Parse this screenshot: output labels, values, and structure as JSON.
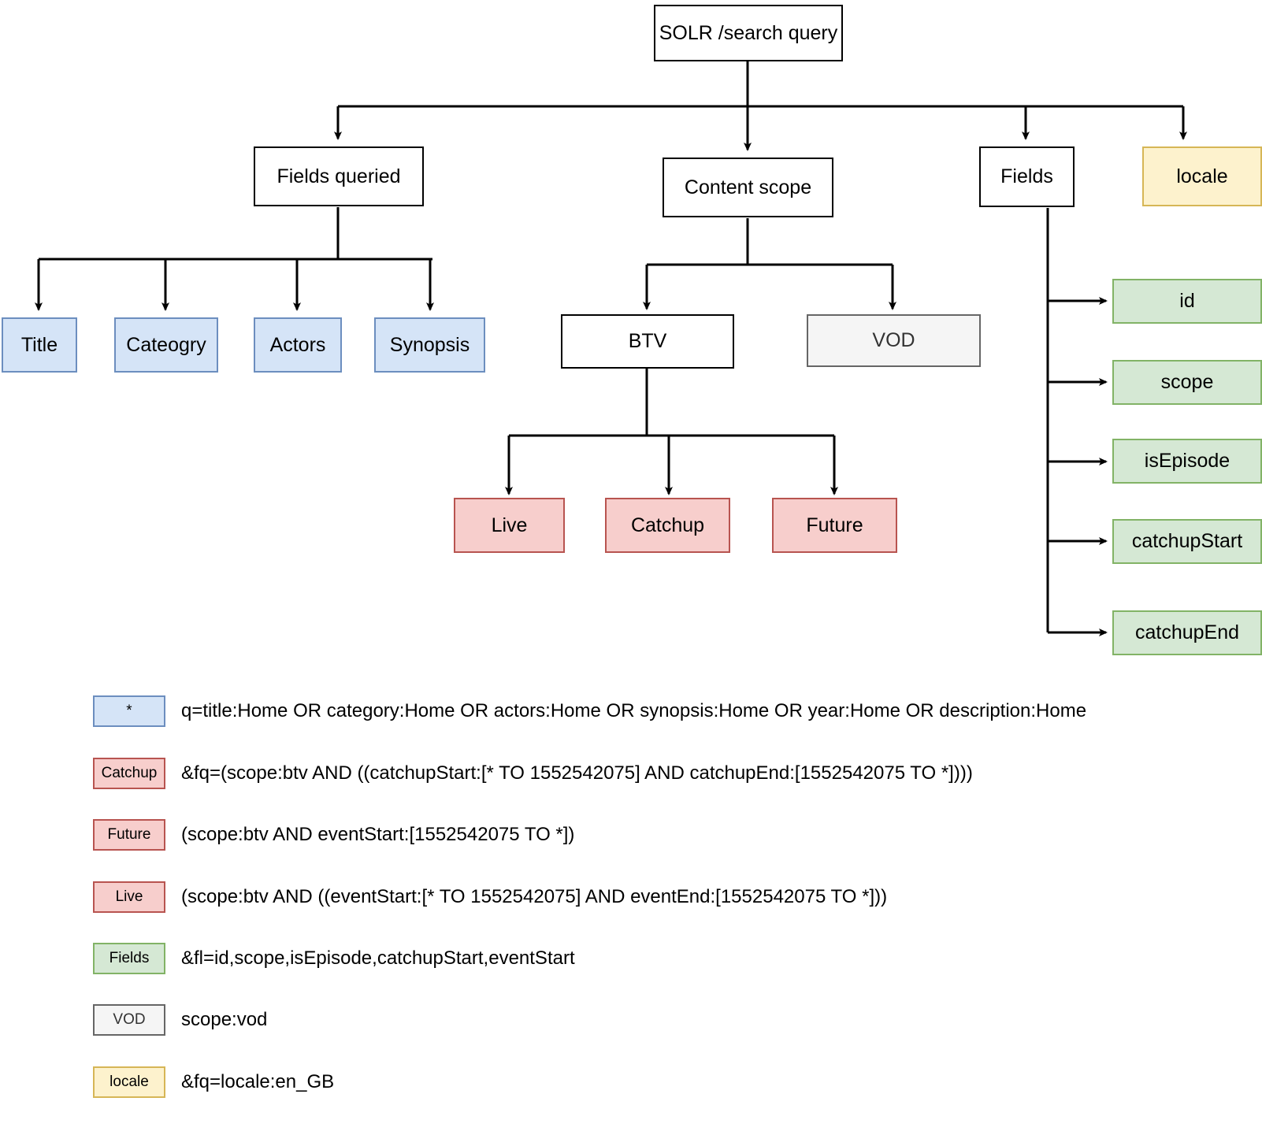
{
  "diagram": {
    "title": "SOLR /search query",
    "nodes": {
      "root": {
        "label": "SOLR /search query"
      },
      "fields_queried": {
        "label": "Fields queried"
      },
      "content_scope": {
        "label": "Content scope"
      },
      "fields": {
        "label": "Fields"
      },
      "locale": {
        "label": "locale"
      },
      "queried_fields": [
        {
          "label": "Title"
        },
        {
          "label": "Cateogry"
        },
        {
          "label": "Actors"
        },
        {
          "label": "Synopsis"
        }
      ],
      "scopes": [
        {
          "label": "BTV"
        },
        {
          "label": "VOD"
        }
      ],
      "btv_modes": [
        {
          "label": "Live"
        },
        {
          "label": "Catchup"
        },
        {
          "label": "Future"
        }
      ],
      "field_list": [
        {
          "label": "id"
        },
        {
          "label": "scope"
        },
        {
          "label": "isEpisode"
        },
        {
          "label": "catchupStart"
        },
        {
          "label": "catchupEnd"
        }
      ]
    }
  },
  "legend": {
    "rows": [
      {
        "swatch": "*",
        "style": "blue",
        "text": "q=title:Home OR category:Home OR actors:Home OR synopsis:Home OR year:Home OR description:Home"
      },
      {
        "swatch": "Catchup",
        "style": "red",
        "text": "&fq=(scope:btv AND ((catchupStart:[* TO 1552542075] AND catchupEnd:[1552542075 TO *])))"
      },
      {
        "swatch": "Future",
        "style": "red",
        "text": "(scope:btv AND eventStart:[1552542075 TO *])"
      },
      {
        "swatch": "Live",
        "style": "red",
        "text": "(scope:btv AND ((eventStart:[* TO 1552542075] AND eventEnd:[1552542075 TO *]))"
      },
      {
        "swatch": "Fields",
        "style": "green",
        "text": "&fl=id,scope,isEpisode,catchupStart,eventStart"
      },
      {
        "swatch": "VOD",
        "style": "grey",
        "text": "scope:vod"
      },
      {
        "swatch": "locale",
        "style": "yellow",
        "text": "&fq=locale:en_GB"
      }
    ]
  },
  "colors": {
    "blue_fill": "#d5e4f7",
    "blue_border": "#6c8ebf",
    "red_fill": "#f7cecc",
    "red_border": "#b85450",
    "green_fill": "#d5e8d4",
    "green_border": "#82b366",
    "yellow_fill": "#fdf2cd",
    "yellow_border": "#d6b656",
    "grey_fill": "#f5f5f5",
    "grey_border": "#666666",
    "edge": "#000000"
  }
}
